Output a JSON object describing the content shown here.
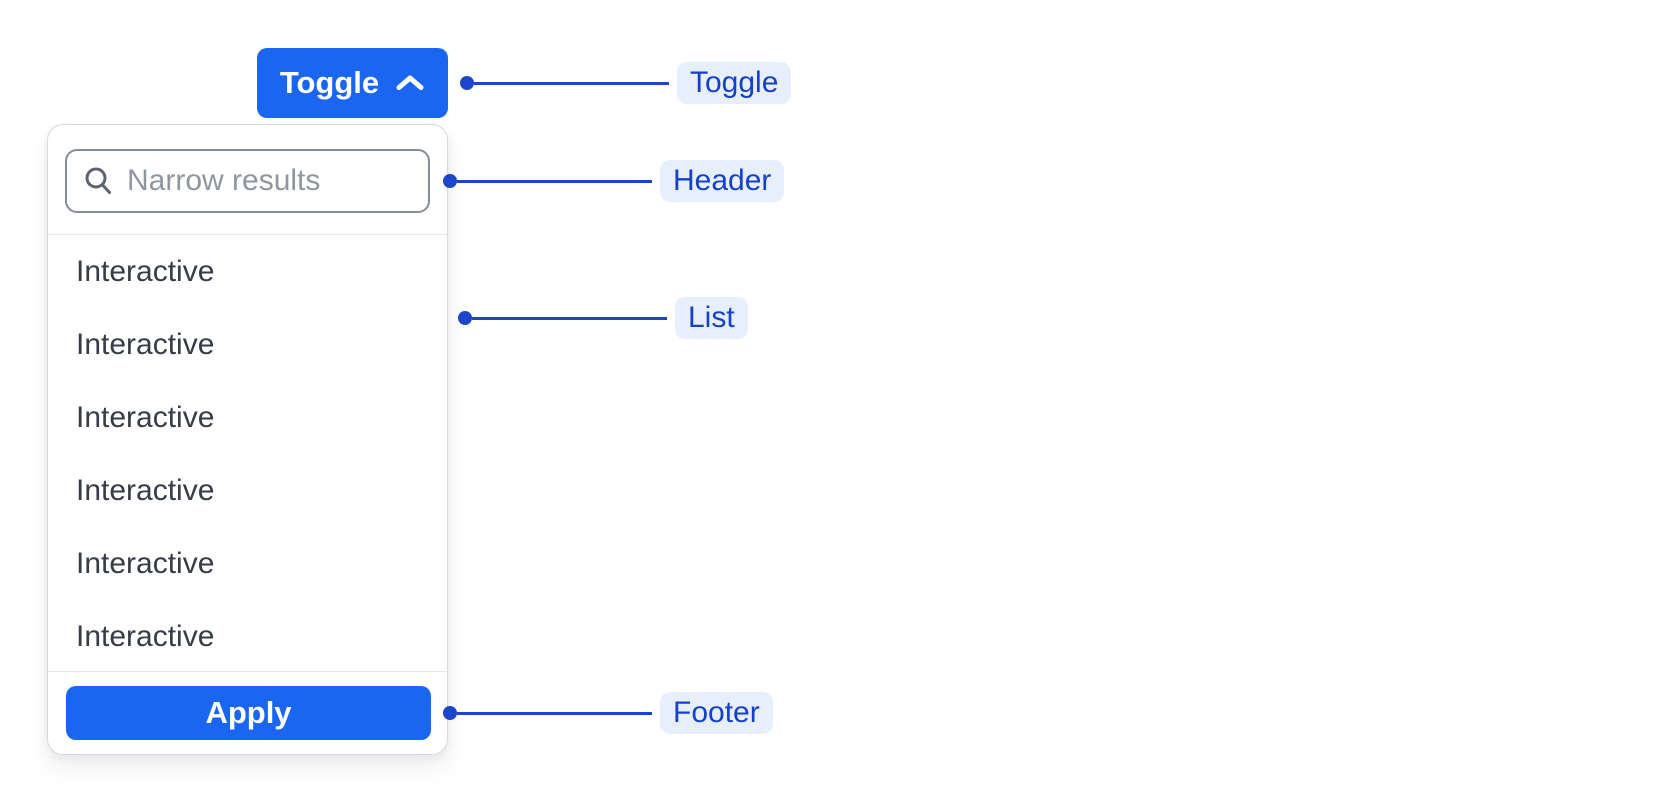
{
  "toggle": {
    "label": "Toggle",
    "icon": "chevron-up-icon"
  },
  "dropdown": {
    "header": {
      "search_icon": "search-icon",
      "search_placeholder": "Narrow results",
      "search_value": ""
    },
    "list": {
      "items": [
        "Interactive",
        "Interactive",
        "Interactive",
        "Interactive",
        "Interactive",
        "Interactive"
      ]
    },
    "footer": {
      "apply_label": "Apply"
    }
  },
  "annotations": {
    "toggle": "Toggle",
    "header": "Header",
    "list": "List",
    "footer": "Footer"
  },
  "colors": {
    "primary_blue": "#1a65f2",
    "annotation_line_blue": "#1d45c9",
    "annotation_label_text": "#1540c9",
    "annotation_label_bg": "#e8effc",
    "list_item_text": "#363d47",
    "panel_border": "#d6dae0",
    "search_border": "#868d98",
    "placeholder_gray": "#8f96a0"
  }
}
